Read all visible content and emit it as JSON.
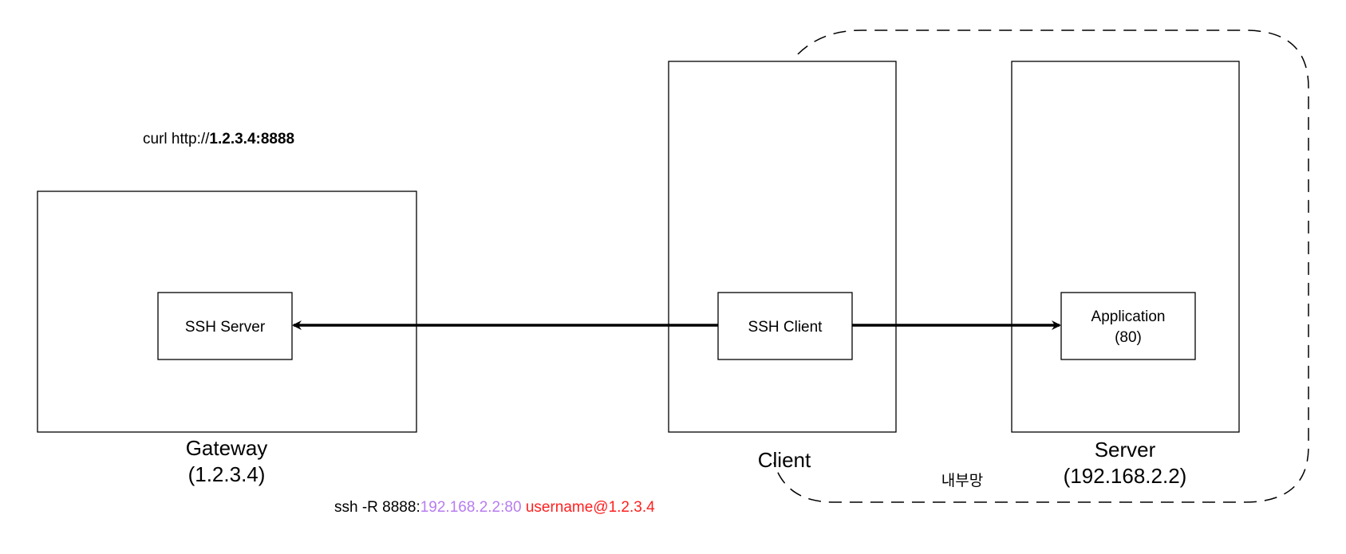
{
  "nodes": {
    "gateway": {
      "name": "Gateway",
      "address": "(1.2.3.4)",
      "inner": "SSH Server"
    },
    "client": {
      "name": "Client",
      "inner": "SSH Client"
    },
    "server": {
      "name": "Server",
      "address": "(192.168.2.2)",
      "inner_line1": "Application",
      "inner_line2": "(80)"
    }
  },
  "network": {
    "label": "내부망"
  },
  "commands": {
    "curl": {
      "prefix": "curl http://",
      "target": "1.2.3.4:8888"
    },
    "ssh": {
      "prefix": "ssh -R 8888:",
      "forward": "192.168.2.2:80",
      "space": " ",
      "destination": "username@1.2.3.4"
    }
  },
  "colors": {
    "forward": "#b77cf0",
    "destination": "#ff2020",
    "stroke": "#000000"
  },
  "edges": [
    {
      "from": "SSH Client",
      "to": "SSH Server"
    },
    {
      "from": "SSH Client",
      "to": "Application (80)"
    }
  ]
}
